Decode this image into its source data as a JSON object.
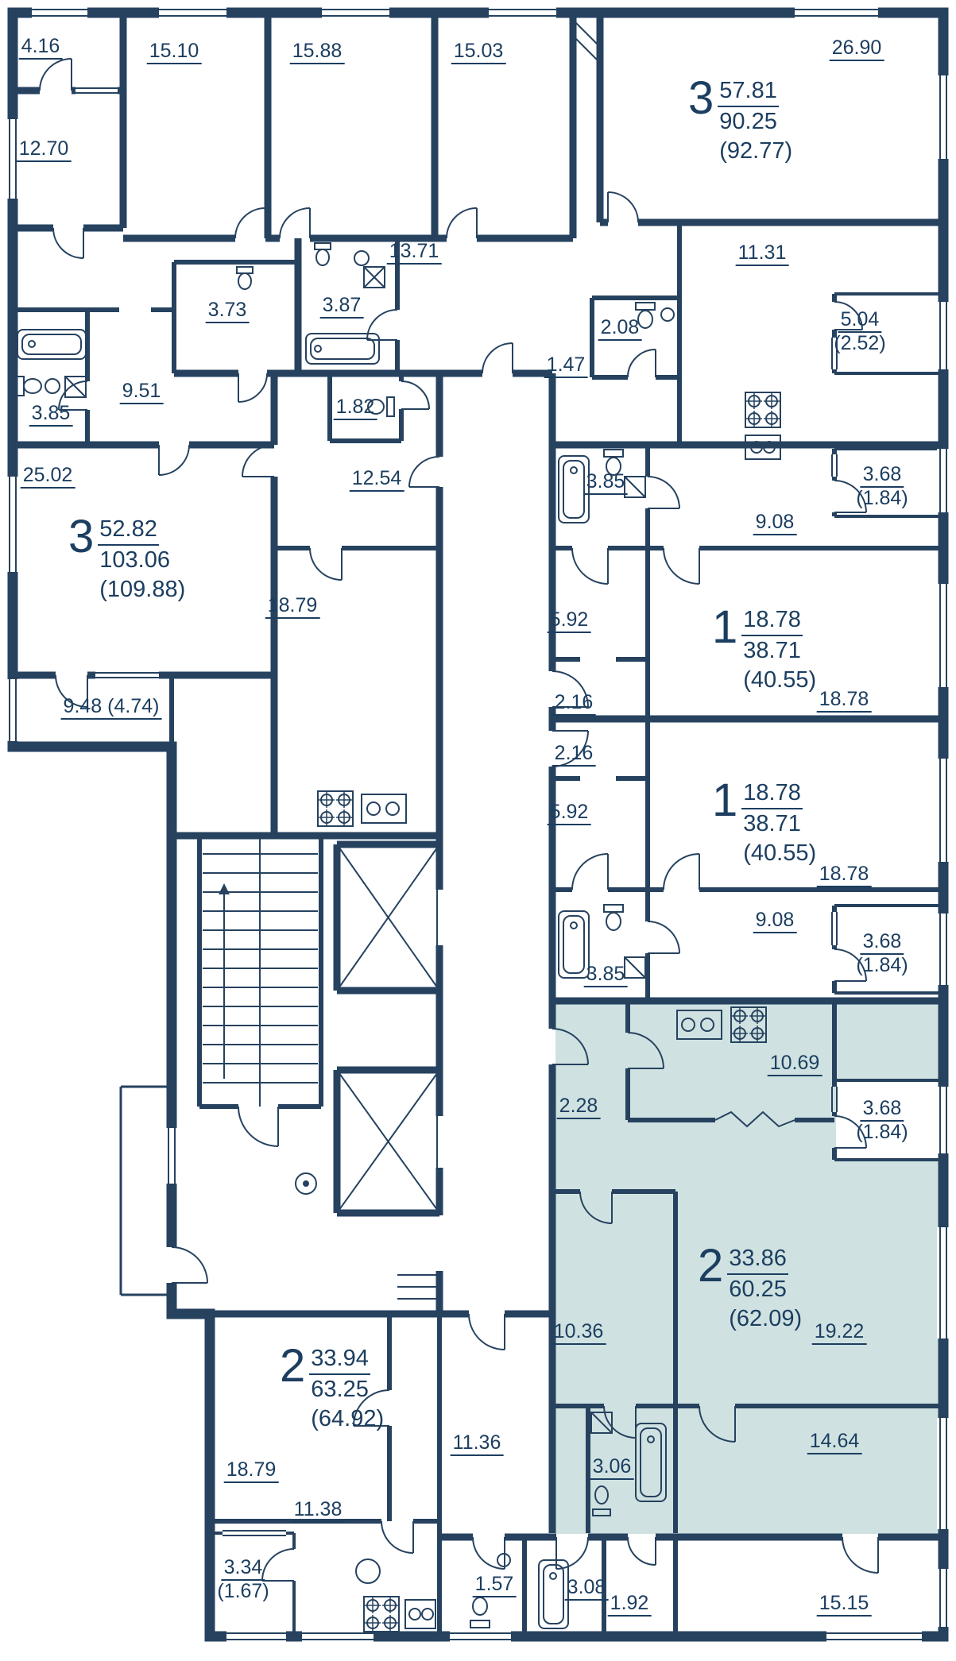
{
  "colors": {
    "wall": "#26425f",
    "text": "#1c3e60",
    "highlight": "#cfe2e1"
  },
  "apartments": [
    {
      "rooms": "3",
      "living_area": "57.81",
      "apartment_area": "90.25",
      "total_area": "(92.77)"
    },
    {
      "rooms": "3",
      "living_area": "52.82",
      "apartment_area": "103.06",
      "total_area": "(109.88)"
    },
    {
      "rooms": "1",
      "living_area": "18.78",
      "apartment_area": "38.71",
      "total_area": "(40.55)"
    },
    {
      "rooms": "1",
      "living_area": "18.78",
      "apartment_area": "38.71",
      "total_area": "(40.55)"
    },
    {
      "rooms": "2",
      "living_area": "33.86",
      "apartment_area": "60.25",
      "total_area": "(62.09)"
    },
    {
      "rooms": "2",
      "living_area": "33.94",
      "apartment_area": "63.25",
      "total_area": "(64.92)"
    }
  ],
  "room_labels": [
    {
      "value": "4.16"
    },
    {
      "value": "15.10"
    },
    {
      "value": "15.88"
    },
    {
      "value": "15.03"
    },
    {
      "value": "26.90"
    },
    {
      "value": "12.70"
    },
    {
      "value": "13.71"
    },
    {
      "value": "11.31"
    },
    {
      "value": "3.73"
    },
    {
      "value": "3.87"
    },
    {
      "value": "2.08"
    },
    {
      "value": "5.04",
      "secondary": "(2.52)"
    },
    {
      "value": "1.47"
    },
    {
      "value": "9.51"
    },
    {
      "value": "3.85"
    },
    {
      "value": "1.82"
    },
    {
      "value": "25.02"
    },
    {
      "value": "3.85"
    },
    {
      "value": "3.68",
      "secondary": "(1.84)"
    },
    {
      "value": "12.54"
    },
    {
      "value": "9.08"
    },
    {
      "value": "18.79"
    },
    {
      "value": "5.92"
    },
    {
      "value": "2.16"
    },
    {
      "value": "18.78"
    },
    {
      "value": "9.48 (4.74)"
    },
    {
      "value": "2.16"
    },
    {
      "value": "5.92"
    },
    {
      "value": "18.78"
    },
    {
      "value": "9.08"
    },
    {
      "value": "3.85"
    },
    {
      "value": "3.68",
      "secondary": "(1.84)"
    },
    {
      "value": "10.69"
    },
    {
      "value": "2.28"
    },
    {
      "value": "3.68",
      "secondary": "(1.84)"
    },
    {
      "value": "10.36"
    },
    {
      "value": "19.22"
    },
    {
      "value": "3.06"
    },
    {
      "value": "14.64"
    },
    {
      "value": "18.79"
    },
    {
      "value": "11.36"
    },
    {
      "value": "11.38"
    },
    {
      "value": "3.34",
      "secondary": "(1.67)"
    },
    {
      "value": "1.57"
    },
    {
      "value": "3.08"
    },
    {
      "value": "1.92"
    },
    {
      "value": "15.15"
    }
  ]
}
